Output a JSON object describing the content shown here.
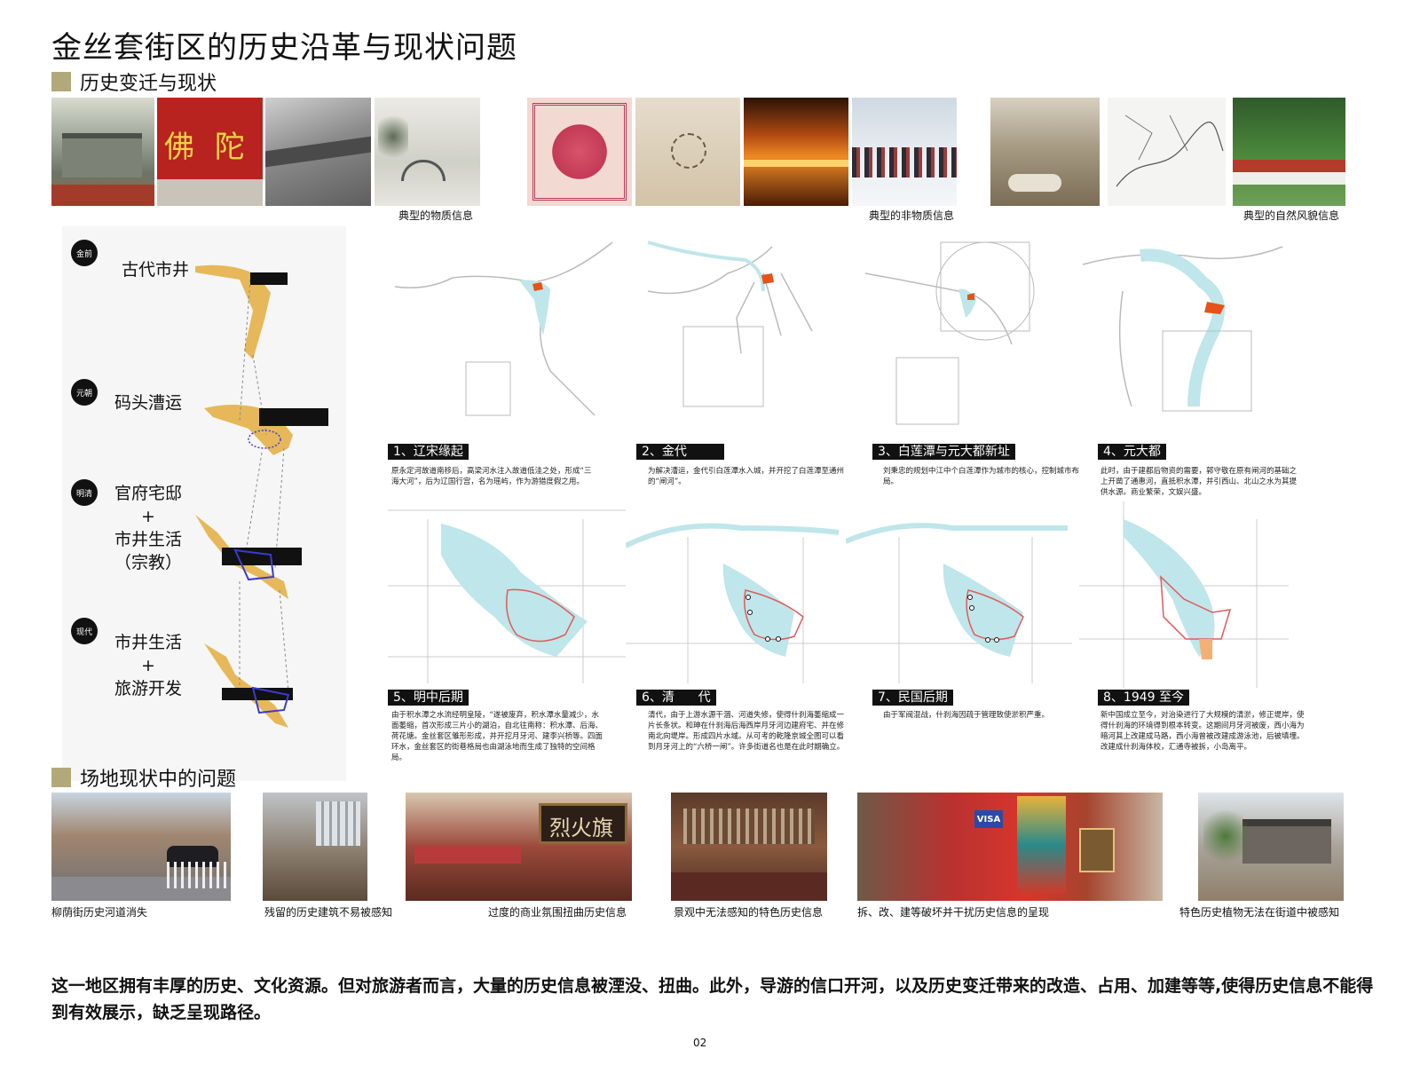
{
  "page": {
    "title": "金丝套街区的历史沿革与现状问题",
    "page_number": "02"
  },
  "section_history": {
    "heading": "历史变迁与现状",
    "groups": [
      {
        "caption": "典型的物质信息"
      },
      {
        "caption": "典型的非物质信息"
      },
      {
        "caption": "典型的自然风貌信息"
      }
    ]
  },
  "timeline": {
    "eras": [
      {
        "badge": "金前",
        "lines": [
          "古代市井"
        ]
      },
      {
        "badge": "元朝",
        "lines": [
          "码头漕运"
        ]
      },
      {
        "badge": "明清",
        "lines": [
          "官府宅邸",
          "+",
          "市井生活",
          "（宗教）"
        ]
      },
      {
        "badge": "现代",
        "lines": [
          "市井生活",
          "+",
          "旅游开发"
        ]
      }
    ]
  },
  "maps": [
    {
      "label": "1、辽宋缘起",
      "desc": "原永定河故道南移后，高梁河水注入故道低洼之处，形成“三海大河”，后为辽国行宫，名为瑶屿，作为游猎度假之用。"
    },
    {
      "label": "2、金代        ",
      "desc": "为解决漕运，金代引白莲潭水入城，并开挖了白莲潭至通州的“闸河”。"
    },
    {
      "label": "3、白莲潭与元大都新址",
      "desc": "刘秉忠的规划中江中个白莲潭作为城市的核心，控制城市布局。"
    },
    {
      "label": "4、元大都",
      "desc": "此时，由于建都后物资的需要，郭守敬在原有闸河的基础之上开凿了通惠河，直抵积水潭，并引西山、北山之水为其提供水源。商业繁荣，文娱兴盛。"
    },
    {
      "label": "5、明中后期",
      "desc": "由于积水潭之水流经明皇陵，“遂被废弃，积水潭水量减少，水面萎缩，首次形成三片小的湖泊，自北往南称：积水潭、后海、荷花塘。金丝套区雏形形成，并开挖月牙河、建李兴桥等。四面环水，金丝套区的街巷格局也由湖泳地而生成了独特的空间格局。"
    },
    {
      "label": "6、清      代",
      "desc": "清代，由于上游水源干涸、河道失修，使得什刹海萎缩成一片长条状。和珅在什刹海后海西岸月牙河边建府宅、并在修南北向堤岸。形成四片水域。从可考的乾隆京城全图可以看到月牙河上的“六桥一闸”。许多街道名也是在此时期确立。"
    },
    {
      "label": "7、民国后期",
      "desc": "由于军阀混战，什刹海因疏于管理致使淤积严重。"
    },
    {
      "label": "8、1949 至今",
      "desc": "新中国成立至今，对治染进行了大规模的清淤，修正堤岸，使得什刹海的环境得到根本转变。这期间月牙河被废，西小海为暗河其上改建成马路，西小海曾被改建成游泳池，后被填埋。改建成什刹海体校，汇通寺被拆，小岛离平。"
    }
  ],
  "section_problems": {
    "heading": "场地现状中的问题",
    "items": [
      {
        "caption": "柳荫街历史河道消失"
      },
      {
        "caption": "残留的历史建筑不易被感知"
      },
      {
        "caption": "过度的商业氛围扭曲历史信息"
      },
      {
        "caption": "景观中无法感知的特色历史信息"
      },
      {
        "caption": "拆、改、建等破坏并干扰历史信息的呈现"
      },
      {
        "caption": "特色历史植物无法在街道中被感知"
      }
    ],
    "sign_text": "烈火旗",
    "visa_text": "VISA"
  },
  "summary": {
    "text": "这一地区拥有丰厚的历史、文化资源。但对旅游者而言，大量的历史信息被湮没、扭曲。此外，导游的信口开河，以及历史变迁带来的改造、占用、加建等等,使得历史信息不能得到有效展示，缺乏呈现路径。"
  },
  "photo_texts": {
    "red_wall": "佛 陀"
  },
  "colors": {
    "accent": "#b2a97a",
    "water": "#bfe6ea",
    "highlight": "#e5531a",
    "route": "#e05a5a",
    "ochre": "#e6b85a"
  }
}
